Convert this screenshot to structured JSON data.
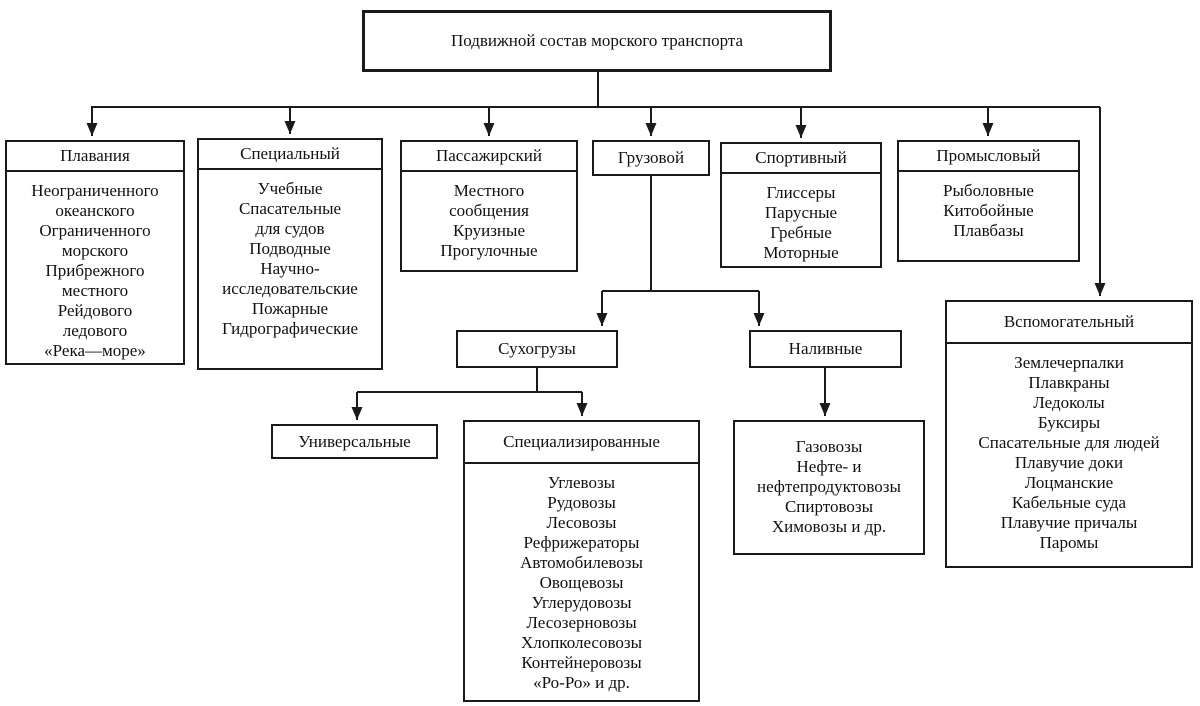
{
  "root_label": "Подвижной состав морского транспорта",
  "boxes": {
    "plavaniya": {
      "title": "Плавания",
      "items": [
        "Неограниченного",
        "океанского",
        "Ограниченного",
        "морского",
        "Прибрежного",
        "местного",
        "Рейдового",
        "ледового",
        "«Река—море»"
      ]
    },
    "specialny": {
      "title": "Специальный",
      "items": [
        "Учебные",
        "Спасательные",
        "для судов",
        "Подводные",
        "Научно-",
        "исследовательские",
        "Пожарные",
        "Гидрографические"
      ]
    },
    "passazhirsky": {
      "title": "Пассажирский",
      "items": [
        "Местного",
        "сообщения",
        "Круизные",
        "Прогулочные"
      ]
    },
    "gruzovoy": {
      "title": "Грузовой"
    },
    "sportivny": {
      "title": "Спортивный",
      "items": [
        "Глиссеры",
        "Парусные",
        "Гребные",
        "Моторные"
      ]
    },
    "promyslovy": {
      "title": "Промысловый",
      "items": [
        "Рыболовные",
        "Китобойные",
        "Плавбазы"
      ]
    },
    "vspomogatelny": {
      "title": "Вспомогательный",
      "items": [
        "Землечерпалки",
        "Плавкраны",
        "Ледоколы",
        "Буксиры",
        "Спасательные для людей",
        "Плавучие доки",
        "Лоцманские",
        "Кабельные суда",
        "Плавучие причалы",
        "Паромы"
      ]
    },
    "sukhogruzy": {
      "title": "Сухогрузы"
    },
    "nalivnye": {
      "title": "Наливные"
    },
    "universalnye": {
      "title": "Универсальные"
    },
    "spetsializirovannye": {
      "title": "Специализированные",
      "items": [
        "Углевозы",
        "Рудовозы",
        "Лесовозы",
        "Рефрижераторы",
        "Автомобилевозы",
        "Овощевозы",
        "Углерудовозы",
        "Лесозерновозы",
        "Хлопколесовозы",
        "Контейнеровозы",
        "«Ро-Ро» и др."
      ]
    },
    "nalivnye_types": {
      "items": [
        "Газовозы",
        "Нефте- и",
        "нефтепродуктовозы",
        "Спиртовозы",
        "Химовозы и др."
      ]
    }
  },
  "line_color": "#1a1a1a"
}
